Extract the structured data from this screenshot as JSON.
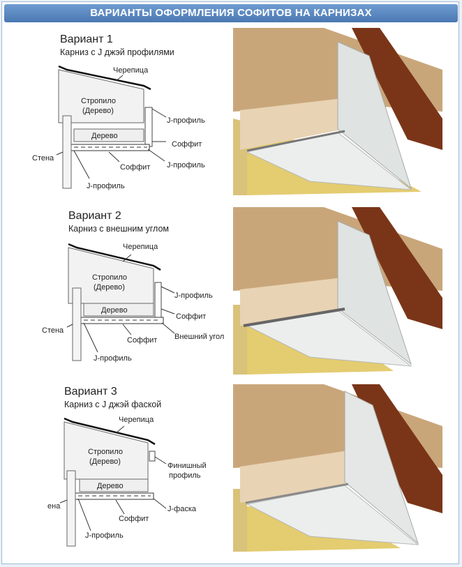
{
  "header": {
    "title": "ВАРИАНТЫ ОФОРМЛЕНИЯ СОФИТОВ НА КАРНИЗАХ"
  },
  "variants": [
    {
      "title": "Вариант 1",
      "subtitle": "Карниз с J джэй профилями",
      "labels": {
        "roof": "Черепица",
        "rafter_line1": "Стропило",
        "rafter_line2": "(Дерево)",
        "wood": "Дерево",
        "wall": "Стена",
        "right_top": "J-профиль",
        "right_mid": "Соффит",
        "right_bottom": "J-профиль",
        "soffit_under": "Соффит",
        "bottom_profile": "J-профиль"
      }
    },
    {
      "title": "Вариант 2",
      "subtitle": "Карниз с внешним углом",
      "labels": {
        "roof": "Черепица",
        "rafter_line1": "Стропило",
        "rafter_line2": "(Дерево)",
        "wood": "Дерево",
        "wall": "Стена",
        "right_top": "J-профиль",
        "right_mid": "Соффит",
        "right_bottom": "Внешний угол",
        "soffit_under": "Соффит",
        "bottom_profile": "J-профиль"
      }
    },
    {
      "title": "Вариант 3",
      "subtitle": "Карниз с J джэй фаской",
      "labels": {
        "roof": "Черепица",
        "rafter_line1": "Стропило",
        "rafter_line2": "(Дерево)",
        "wood": "Дерево",
        "wall": "ена",
        "right_top_line1": "Финишный",
        "right_top_line2": "профиль",
        "right_bottom": "J-фаска",
        "soffit_under": "Соффит",
        "bottom_profile": "J-профиль"
      }
    }
  ],
  "colors": {
    "title_bar": "#5583bf",
    "roof_tile": "#8a3d1e",
    "wood": "#d9b98c",
    "wall_plaster": "#e2c86a",
    "soffit_panel": "#e9ecea"
  }
}
